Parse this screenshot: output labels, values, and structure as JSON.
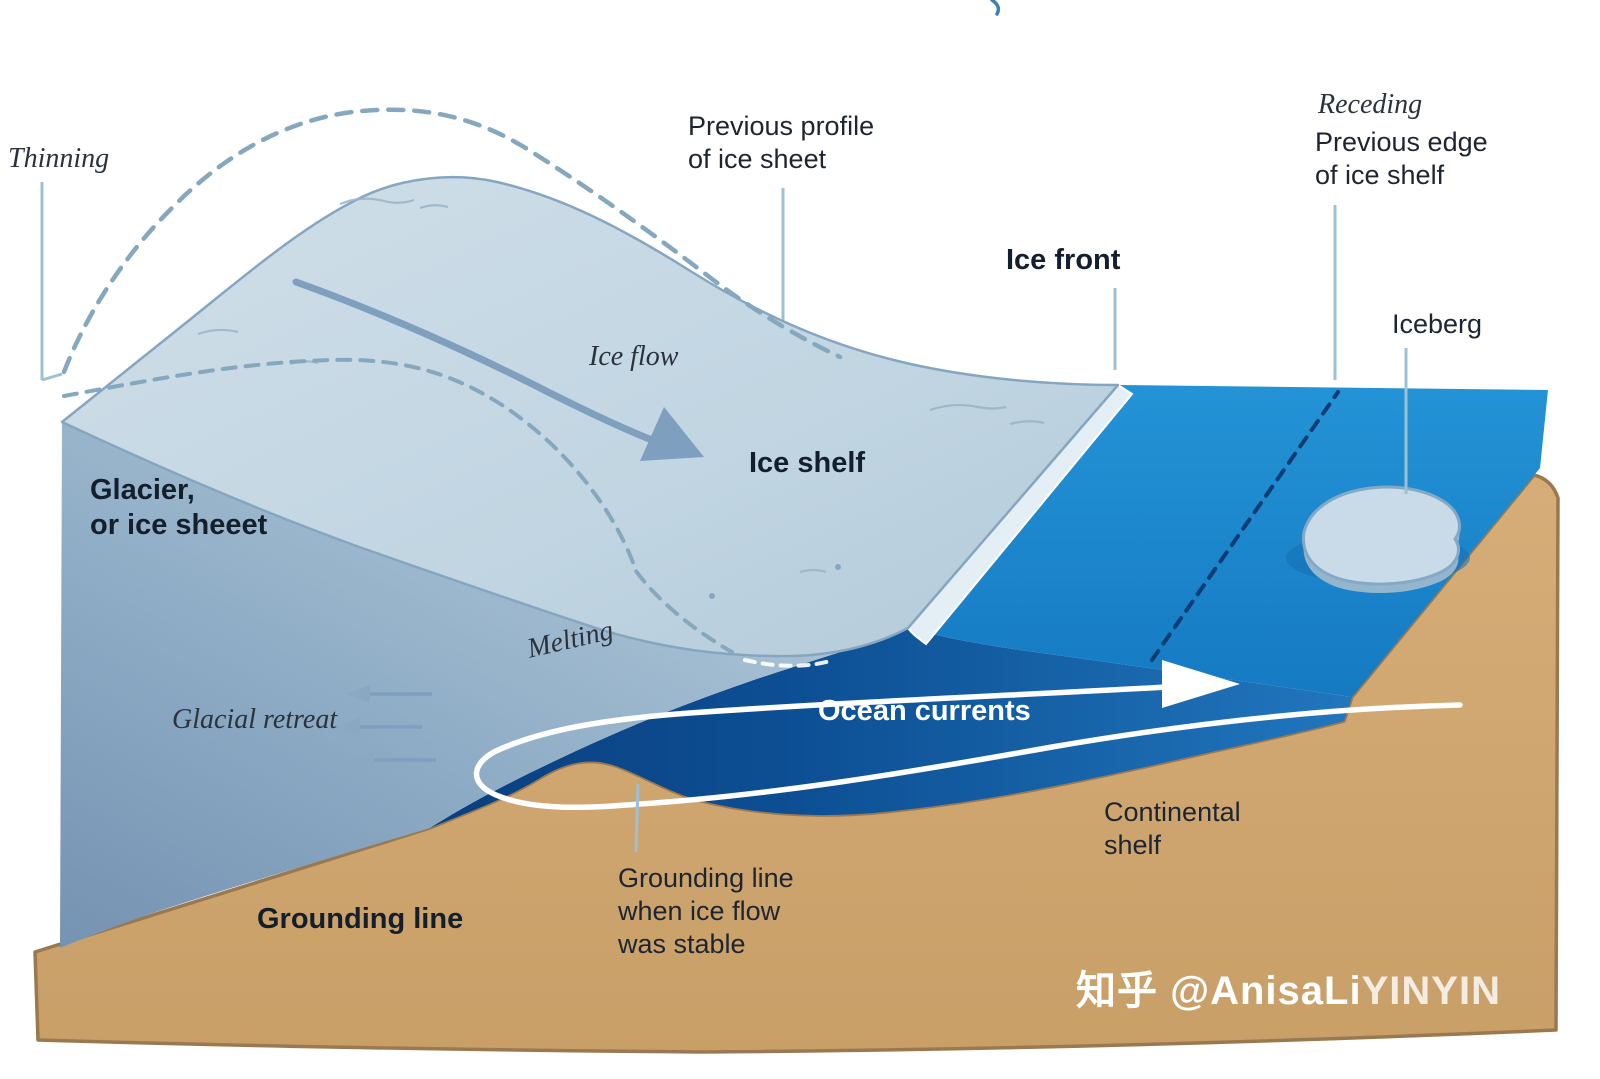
{
  "labels": {
    "thinning": "Thinning",
    "previous_profile": "Previous profile\nof ice sheet",
    "receding": "Receding",
    "previous_edge": "Previous edge\nof ice shelf",
    "ice_front": "Ice front",
    "iceberg": "Iceberg",
    "ice_flow": "Ice flow",
    "ice_shelf": "Ice shelf",
    "glacier": "Glacier,\nor ice sheeet",
    "melting": "Melting",
    "glacial_retreat": "Glacial retreat",
    "ocean_currents": "Ocean currents",
    "continental_shelf": "Continental\nshelf",
    "grounding_line": "Grounding line",
    "grounding_line_stable": "Grounding line\nwhen ice flow\nwas stable"
  },
  "watermark": {
    "part1": "知乎 @AnisaLi",
    "part2": "YINYIN"
  },
  "colors": {
    "ice_top_light": "#d0dfe9",
    "ice_top": "#c1d5e2",
    "ice_top_deep": "#b3cada",
    "face_dark": "#7593b2",
    "face_mid": "#8fadc6",
    "face_light": "#b7cddd",
    "ocean_top_light": "#2493d6",
    "ocean_top": "#157ac2",
    "water_deep": "#0a3f7e",
    "water_mid": "#0d4f94",
    "water_open": "#2176bd",
    "land_light": "#d6ad78",
    "land": "#c99f68",
    "land_outline": "#9b7950",
    "dash_blue": "#85a8bf",
    "dash_navy": "#0b3c72",
    "leader": "#9cc0d4",
    "arrow_blue": "#7e9fbe",
    "current_white": "#ffffff",
    "iceberg_top": "#c9dbe8",
    "iceberg_sub": "#93b5cd",
    "iceberg_outline": "#85a9c4",
    "ice_front_band": "#e4eef5",
    "text_dark": "#1d2531",
    "text_white": "#ffffff"
  }
}
